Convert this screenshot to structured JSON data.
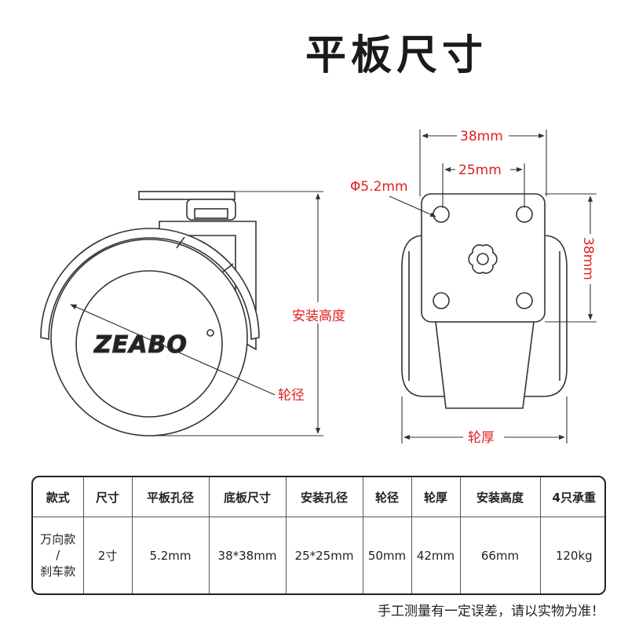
{
  "title": "平板尺寸",
  "brand": "ZEABO",
  "dimensions": {
    "plate_width": "38mm",
    "hole_spacing": "25mm",
    "hole_diameter": "Φ5.2mm",
    "plate_height": "38mm",
    "install_height": "安装高度",
    "wheel_diameter": "轮径",
    "wheel_thickness": "轮厚"
  },
  "table": {
    "headers": [
      "款式",
      "尺寸",
      "平板孔径",
      "底板尺寸",
      "安装孔径",
      "轮径",
      "轮厚",
      "安装高度",
      "4只承重"
    ],
    "row": {
      "style_line1": "万向款",
      "style_sep": "/",
      "style_line2": "刹车款",
      "size": "2寸",
      "plate_hole": "5.2mm",
      "base_size": "38*38mm",
      "mount_hole": "25*25mm",
      "wheel_dia": "50mm",
      "wheel_thick": "42mm",
      "install_h": "66mm",
      "load": "120kg"
    }
  },
  "note": "手工测量有一定误差，请以实物为准！",
  "colors": {
    "annotation": "#e02020",
    "line": "#333333"
  }
}
